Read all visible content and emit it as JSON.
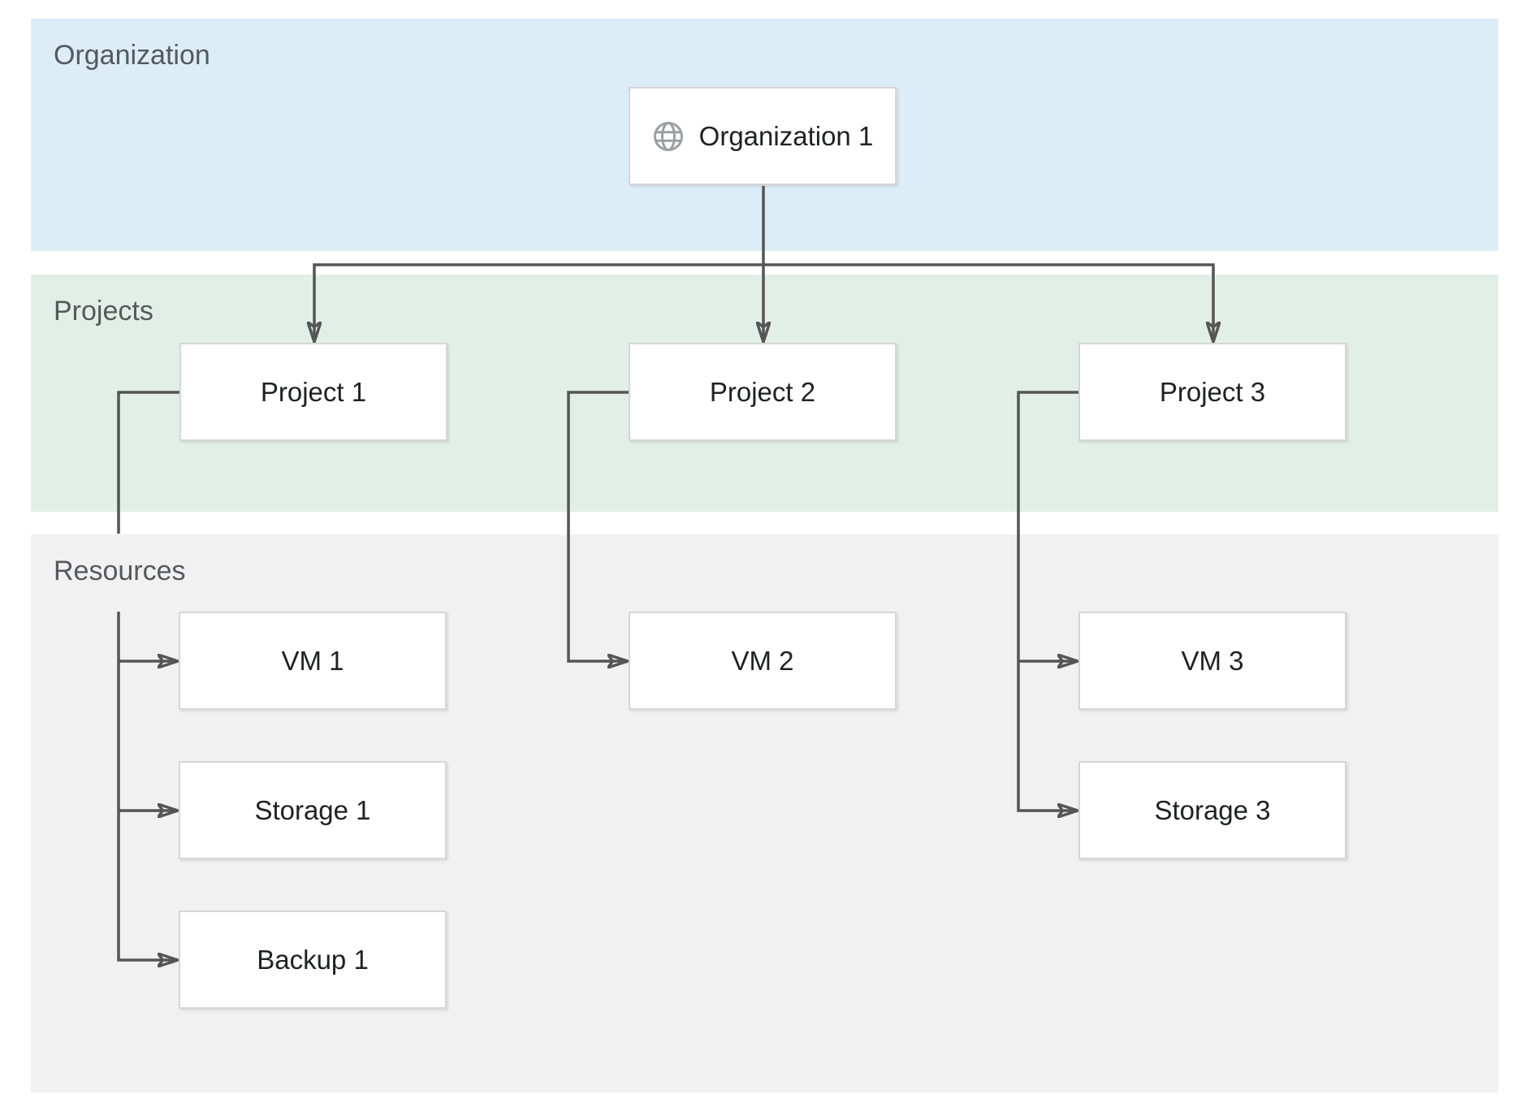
{
  "diagram": {
    "bands": [
      {
        "label": "Organization",
        "color": "#dcedf8"
      },
      {
        "label": "Projects",
        "color": "#e2efe6"
      },
      {
        "label": "Resources",
        "color": "#f1f1f2"
      }
    ],
    "nodes": [
      {
        "id": "organization-1",
        "label": "Organization 1",
        "icon": "globe-icon",
        "band": "Organization"
      },
      {
        "id": "project-1",
        "label": "Project 1",
        "band": "Projects"
      },
      {
        "id": "project-2",
        "label": "Project 2",
        "band": "Projects"
      },
      {
        "id": "project-3",
        "label": "Project 3",
        "band": "Projects"
      },
      {
        "id": "vm-1",
        "label": "VM 1",
        "band": "Resources"
      },
      {
        "id": "storage-1",
        "label": "Storage 1",
        "band": "Resources"
      },
      {
        "id": "backup-1",
        "label": "Backup 1",
        "band": "Resources"
      },
      {
        "id": "vm-2",
        "label": "VM 2",
        "band": "Resources"
      },
      {
        "id": "vm-3",
        "label": "VM 3",
        "band": "Resources"
      },
      {
        "id": "storage-3",
        "label": "Storage 3",
        "band": "Resources"
      }
    ],
    "edges": [
      {
        "from": "Organization 1",
        "to": "Project 1"
      },
      {
        "from": "Organization 1",
        "to": "Project 2"
      },
      {
        "from": "Organization 1",
        "to": "Project 3"
      },
      {
        "from": "Project 1",
        "to": "VM 1"
      },
      {
        "from": "Project 1",
        "to": "Storage 1"
      },
      {
        "from": "Project 1",
        "to": "Backup 1"
      },
      {
        "from": "Project 2",
        "to": "VM 2"
      },
      {
        "from": "Project 3",
        "to": "VM 3"
      },
      {
        "from": "Project 3",
        "to": "Storage 3"
      }
    ],
    "colors": {
      "organization_band": "#dcedf8",
      "projects_band": "#e2efe6",
      "resources_band": "#f1f1f2",
      "connector": "#555555",
      "node_border": "#d6d6d6",
      "node_background": "#ffffff",
      "node_text": "#202124",
      "band_label_text": "#56585b",
      "globe_icon": "#9aa0a6"
    }
  }
}
